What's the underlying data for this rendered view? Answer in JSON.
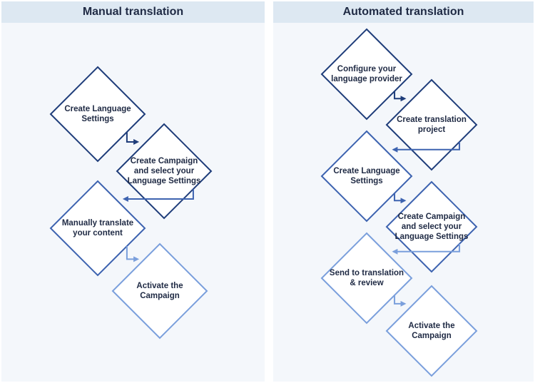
{
  "panels": {
    "manual": {
      "title": "Manual translation"
    },
    "automated": {
      "title": "Automated translation"
    }
  },
  "colors": {
    "dark": "#1f3d7a",
    "mid": "#3d63b0",
    "light": "#7a9fdc",
    "panel_bg": "#f4f7fb",
    "header_bg": "#dde8f2"
  },
  "manual_steps": [
    {
      "label": "Create Language Settings",
      "tone": "dark"
    },
    {
      "label": "Create Campaign and select your Language Settings",
      "tone": "dark"
    },
    {
      "label": "Manually translate your content",
      "tone": "mid"
    },
    {
      "label": "Activate the Campaign",
      "tone": "light"
    }
  ],
  "automated_steps": [
    {
      "label": "Configure your language provider",
      "tone": "dark"
    },
    {
      "label": "Create translation project",
      "tone": "dark"
    },
    {
      "label": "Create Language Settings",
      "tone": "mid"
    },
    {
      "label": "Create Campaign and select your Language Settings",
      "tone": "mid"
    },
    {
      "label": "Send to translation & review",
      "tone": "light"
    },
    {
      "label": "Activate the Campaign",
      "tone": "light"
    }
  ]
}
